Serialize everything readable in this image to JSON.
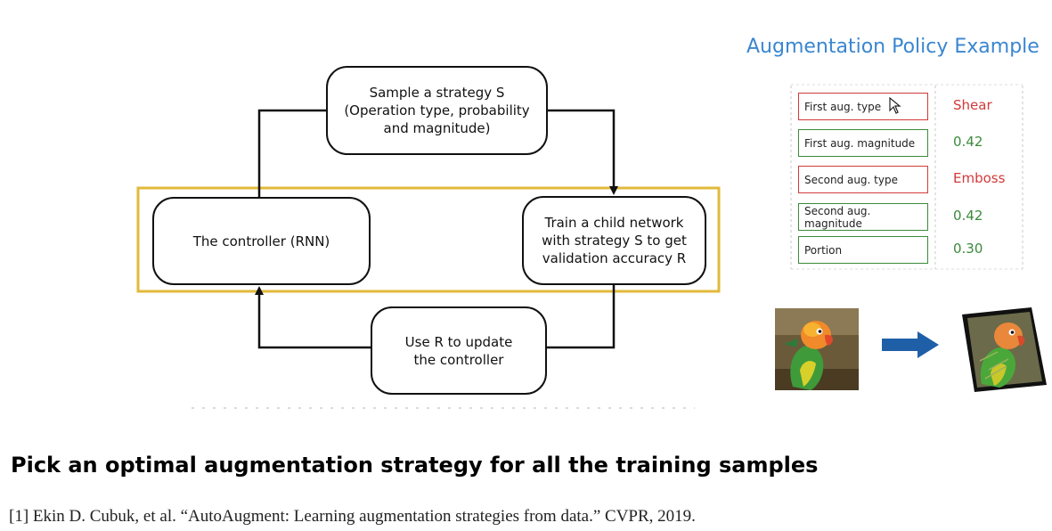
{
  "diagram": {
    "sample_box": "Sample a strategy S\n(Operation type, probability\nand magnitude)",
    "controller_box": "The controller (RNN)",
    "train_box": "Train a child network\nwith strategy S to get\nvalidation accuracy R",
    "update_box": "Use R to update\nthe controller",
    "highlight_color": "#e2b93b"
  },
  "policy": {
    "title": "Augmentation Policy Example",
    "rows": [
      {
        "label": "First aug. type",
        "value": "Shear",
        "kind": "type"
      },
      {
        "label": "First aug. magnitude",
        "value": "0.42",
        "kind": "magnitude"
      },
      {
        "label": "Second aug. type",
        "value": "Emboss",
        "kind": "type"
      },
      {
        "label": "Second aug. magnitude",
        "value": "0.42",
        "kind": "magnitude"
      },
      {
        "label": "Portion",
        "value": "0.30",
        "kind": "magnitude"
      }
    ],
    "type_color": "#d23a3a",
    "magnitude_color": "#3c8a3c",
    "arrow_color": "#1f5fa8"
  },
  "heading": "Pick an optimal augmentation strategy for all the training samples",
  "citation": "[1] Ekin D. Cubuk, et al. “AutoAugment: Learning augmentation strategies from data.” CVPR, 2019."
}
